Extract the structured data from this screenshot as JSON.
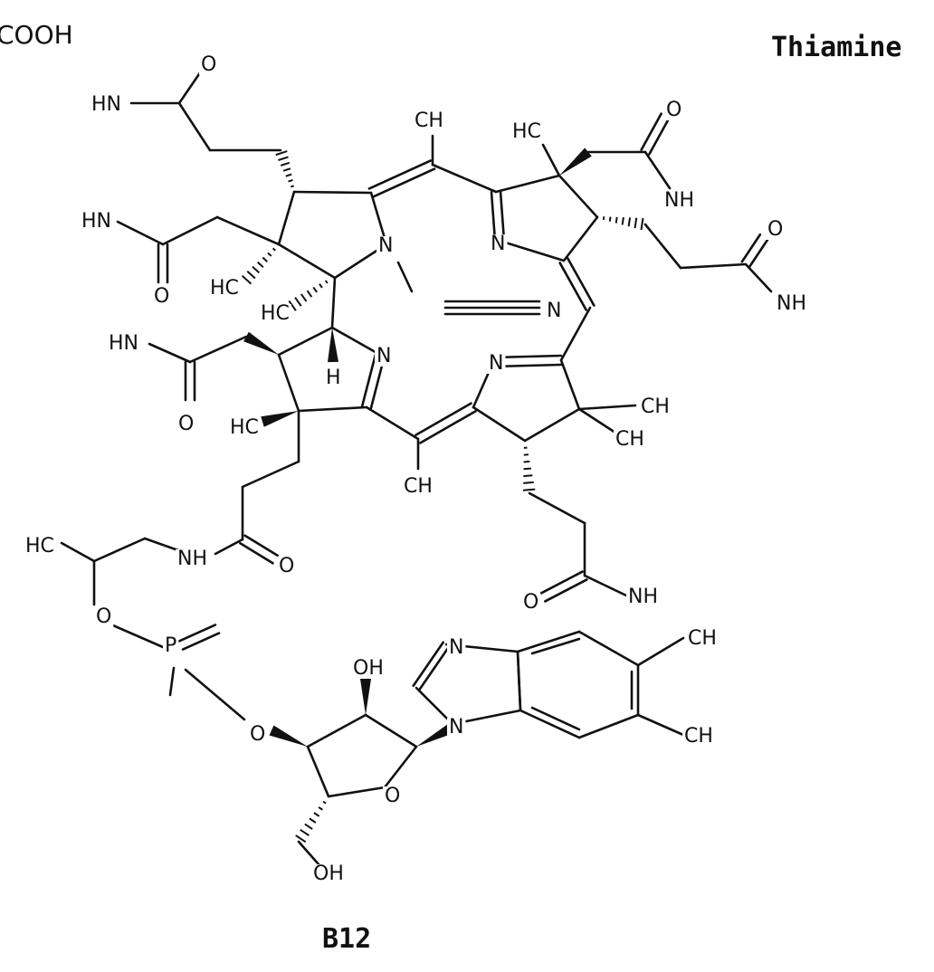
{
  "labels": {
    "corner_fragment": "COOH",
    "thiamine_title": "Thiamine",
    "b12_title": "B12"
  },
  "atoms": [
    "O",
    "HN",
    "CH",
    "HC",
    "O",
    "NH",
    "HN",
    "N",
    "N",
    "O",
    "O",
    "HC",
    "HC",
    "NH",
    "N",
    "HN",
    "H",
    "N",
    "N",
    "CH",
    "O",
    "HC",
    "CH",
    "CH",
    "HC",
    "NH",
    "O",
    "NH",
    "O",
    "P",
    "O",
    "N",
    "CH",
    "OH",
    "O",
    "N",
    "CH",
    "O",
    "OH"
  ],
  "colors": {
    "ink": "#111111",
    "background": "#ffffff"
  }
}
